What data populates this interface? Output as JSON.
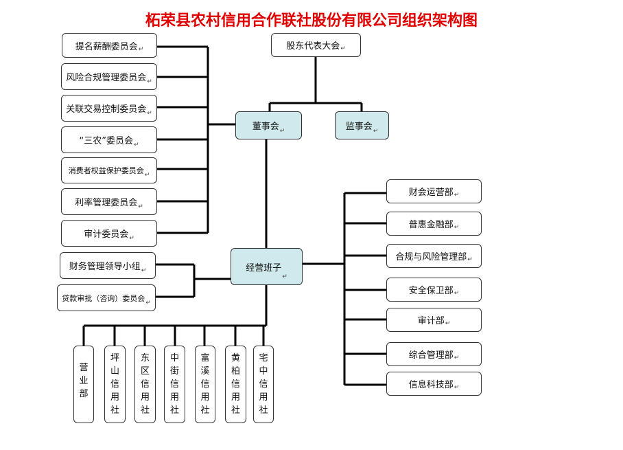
{
  "title": "柘荣县农村信用合作联社股份有限公司组织架构图",
  "nodes": {
    "shareholders": "股东代表大会",
    "board": "董事会",
    "supervisors": "监事会",
    "management": "经营班子"
  },
  "board_committees": [
    "提名薪酬委员会",
    "风险合规管理委员会",
    "关联交易控制委员会",
    "“三农”委员会",
    "消费者权益保护委员会",
    "利率管理委员会",
    "审计委员会"
  ],
  "mgmt_groups": [
    "财务管理领导小组",
    "贷款审批（咨询）委员会"
  ],
  "departments": [
    "财会运营部",
    "普惠金融部",
    "合规与风险管理部",
    "安全保卫部",
    "审计部",
    "综合管理部",
    "信息科技部"
  ],
  "branches": [
    "营业部",
    "坪山信用社",
    "东区信用社",
    "中街信用社",
    "富溪信用社",
    "黄柏信用社",
    "宅中信用社"
  ],
  "para_mark": "↵"
}
